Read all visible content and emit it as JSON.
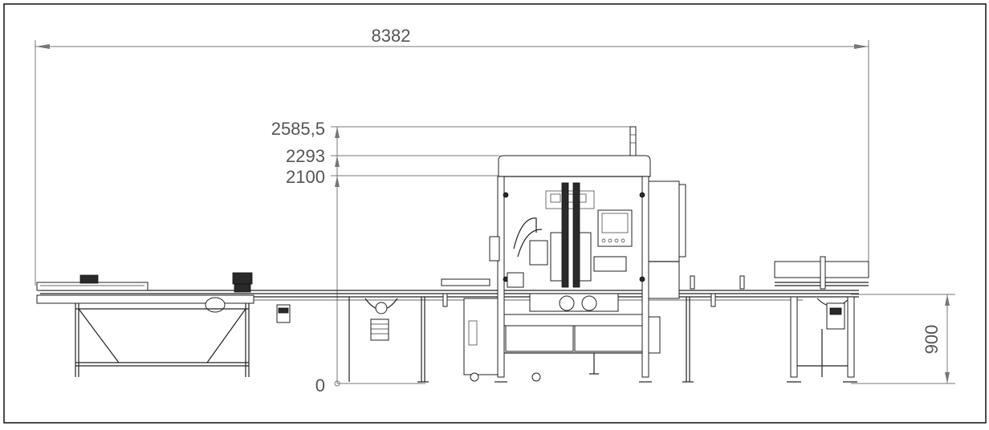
{
  "drawing": {
    "overall_length": "8382",
    "height_labels": [
      "2585,5",
      "2293",
      "2100"
    ],
    "zero_label": "0",
    "conveyor_height": "900"
  },
  "colors": {
    "line": "#222222",
    "dimension": "#777777",
    "text": "#555555"
  }
}
